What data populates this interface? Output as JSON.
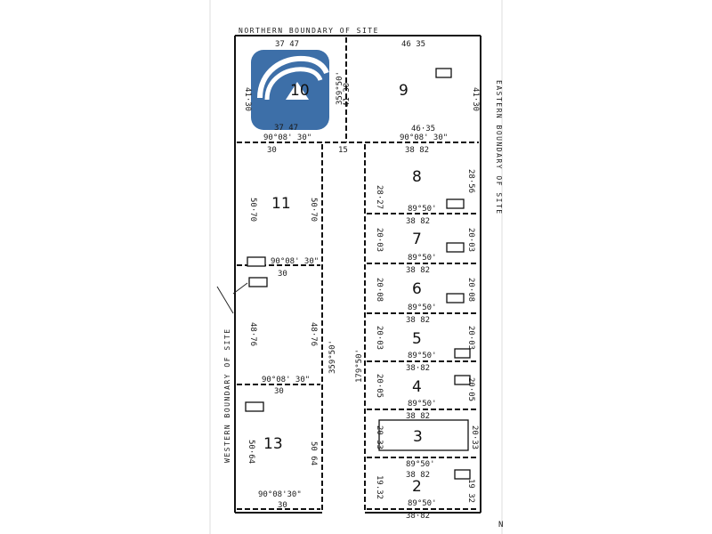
{
  "boundaries": {
    "northern": "NORTHERN BOUNDARY OF SITE",
    "western": "WESTERN BOUNDARY OF SITE",
    "eastern": "EASTERN BOUNDARY OF SITE"
  },
  "logo": {
    "name": "house-logo-icon",
    "color": "#3d6fa8"
  },
  "lots": [
    {
      "id": "lot-10",
      "label": "10"
    },
    {
      "id": "lot-9",
      "label": "9"
    },
    {
      "id": "lot-8",
      "label": "8"
    },
    {
      "id": "lot-11",
      "label": "11"
    },
    {
      "id": "lot-7",
      "label": "7"
    },
    {
      "id": "lot-6",
      "label": "6"
    },
    {
      "id": "lot-5",
      "label": "5"
    },
    {
      "id": "lot-4",
      "label": "4"
    },
    {
      "id": "lot-3",
      "label": "3"
    },
    {
      "id": "lot-13",
      "label": "13"
    },
    {
      "id": "lot-2",
      "label": "2"
    }
  ],
  "dimensions": {
    "lot10_top": "37 47",
    "lot10_left": "41·30",
    "lot10_right": "41·30",
    "lot10_bottom": "37 47",
    "lot10_bearing": "359°50'",
    "lot9_top": "46 35",
    "lot9_right": "41·30",
    "lot9_bottom": "46·35",
    "row1_bearing": "90°08' 30\"",
    "row1_w30": "30",
    "road_w": "15",
    "lot8_top": "38 82",
    "lot8_left": "28·27",
    "lot8_right": "28·56",
    "lot8_bearing": "89°50'",
    "lot7_top": "38 82",
    "lot7_left": "20·03",
    "lot7_right": "20·03",
    "lot7_bearing": "89°50'",
    "lot6_top": "38 82",
    "lot6_left": "20·08",
    "lot6_right": "20·08",
    "lot6_bearing": "89°50'",
    "lot5_top": "38 82",
    "lot5_left": "20·03",
    "lot5_right": "20·03",
    "lot5_bearing": "89°50'",
    "lot4_top": "38·82",
    "lot4_left": "20·05",
    "lot4_right": "20·05",
    "lot4_bearing": "89°50'",
    "lot3_top": "38 82",
    "lot3_left": "20 33",
    "lot3_right": "20·33",
    "lot3_bearing": "89°50'",
    "lot2_top": "38 82",
    "lot2_left": "19.32",
    "lot2_right": "19 32",
    "lot2_bearing": "89°50'",
    "lot2_bottom": "38·82",
    "lot11_left": "50·70",
    "lot11_right": "50·70",
    "lot11_bearing": "90°08' 30\"",
    "lot11_w": "30",
    "lot12_left": "48·76",
    "lot12_right": "48·76",
    "lot12_bearing": "90°08' 30\"",
    "lot12_w": "30",
    "lot13_left": "50·64",
    "lot13_right": "50 64",
    "lot13_bearing": "90°08'30\"",
    "lot13_w": "30",
    "road_west_bearing": "359°50'",
    "road_east_bearing": "179°50'"
  },
  "corner_mark": "N"
}
